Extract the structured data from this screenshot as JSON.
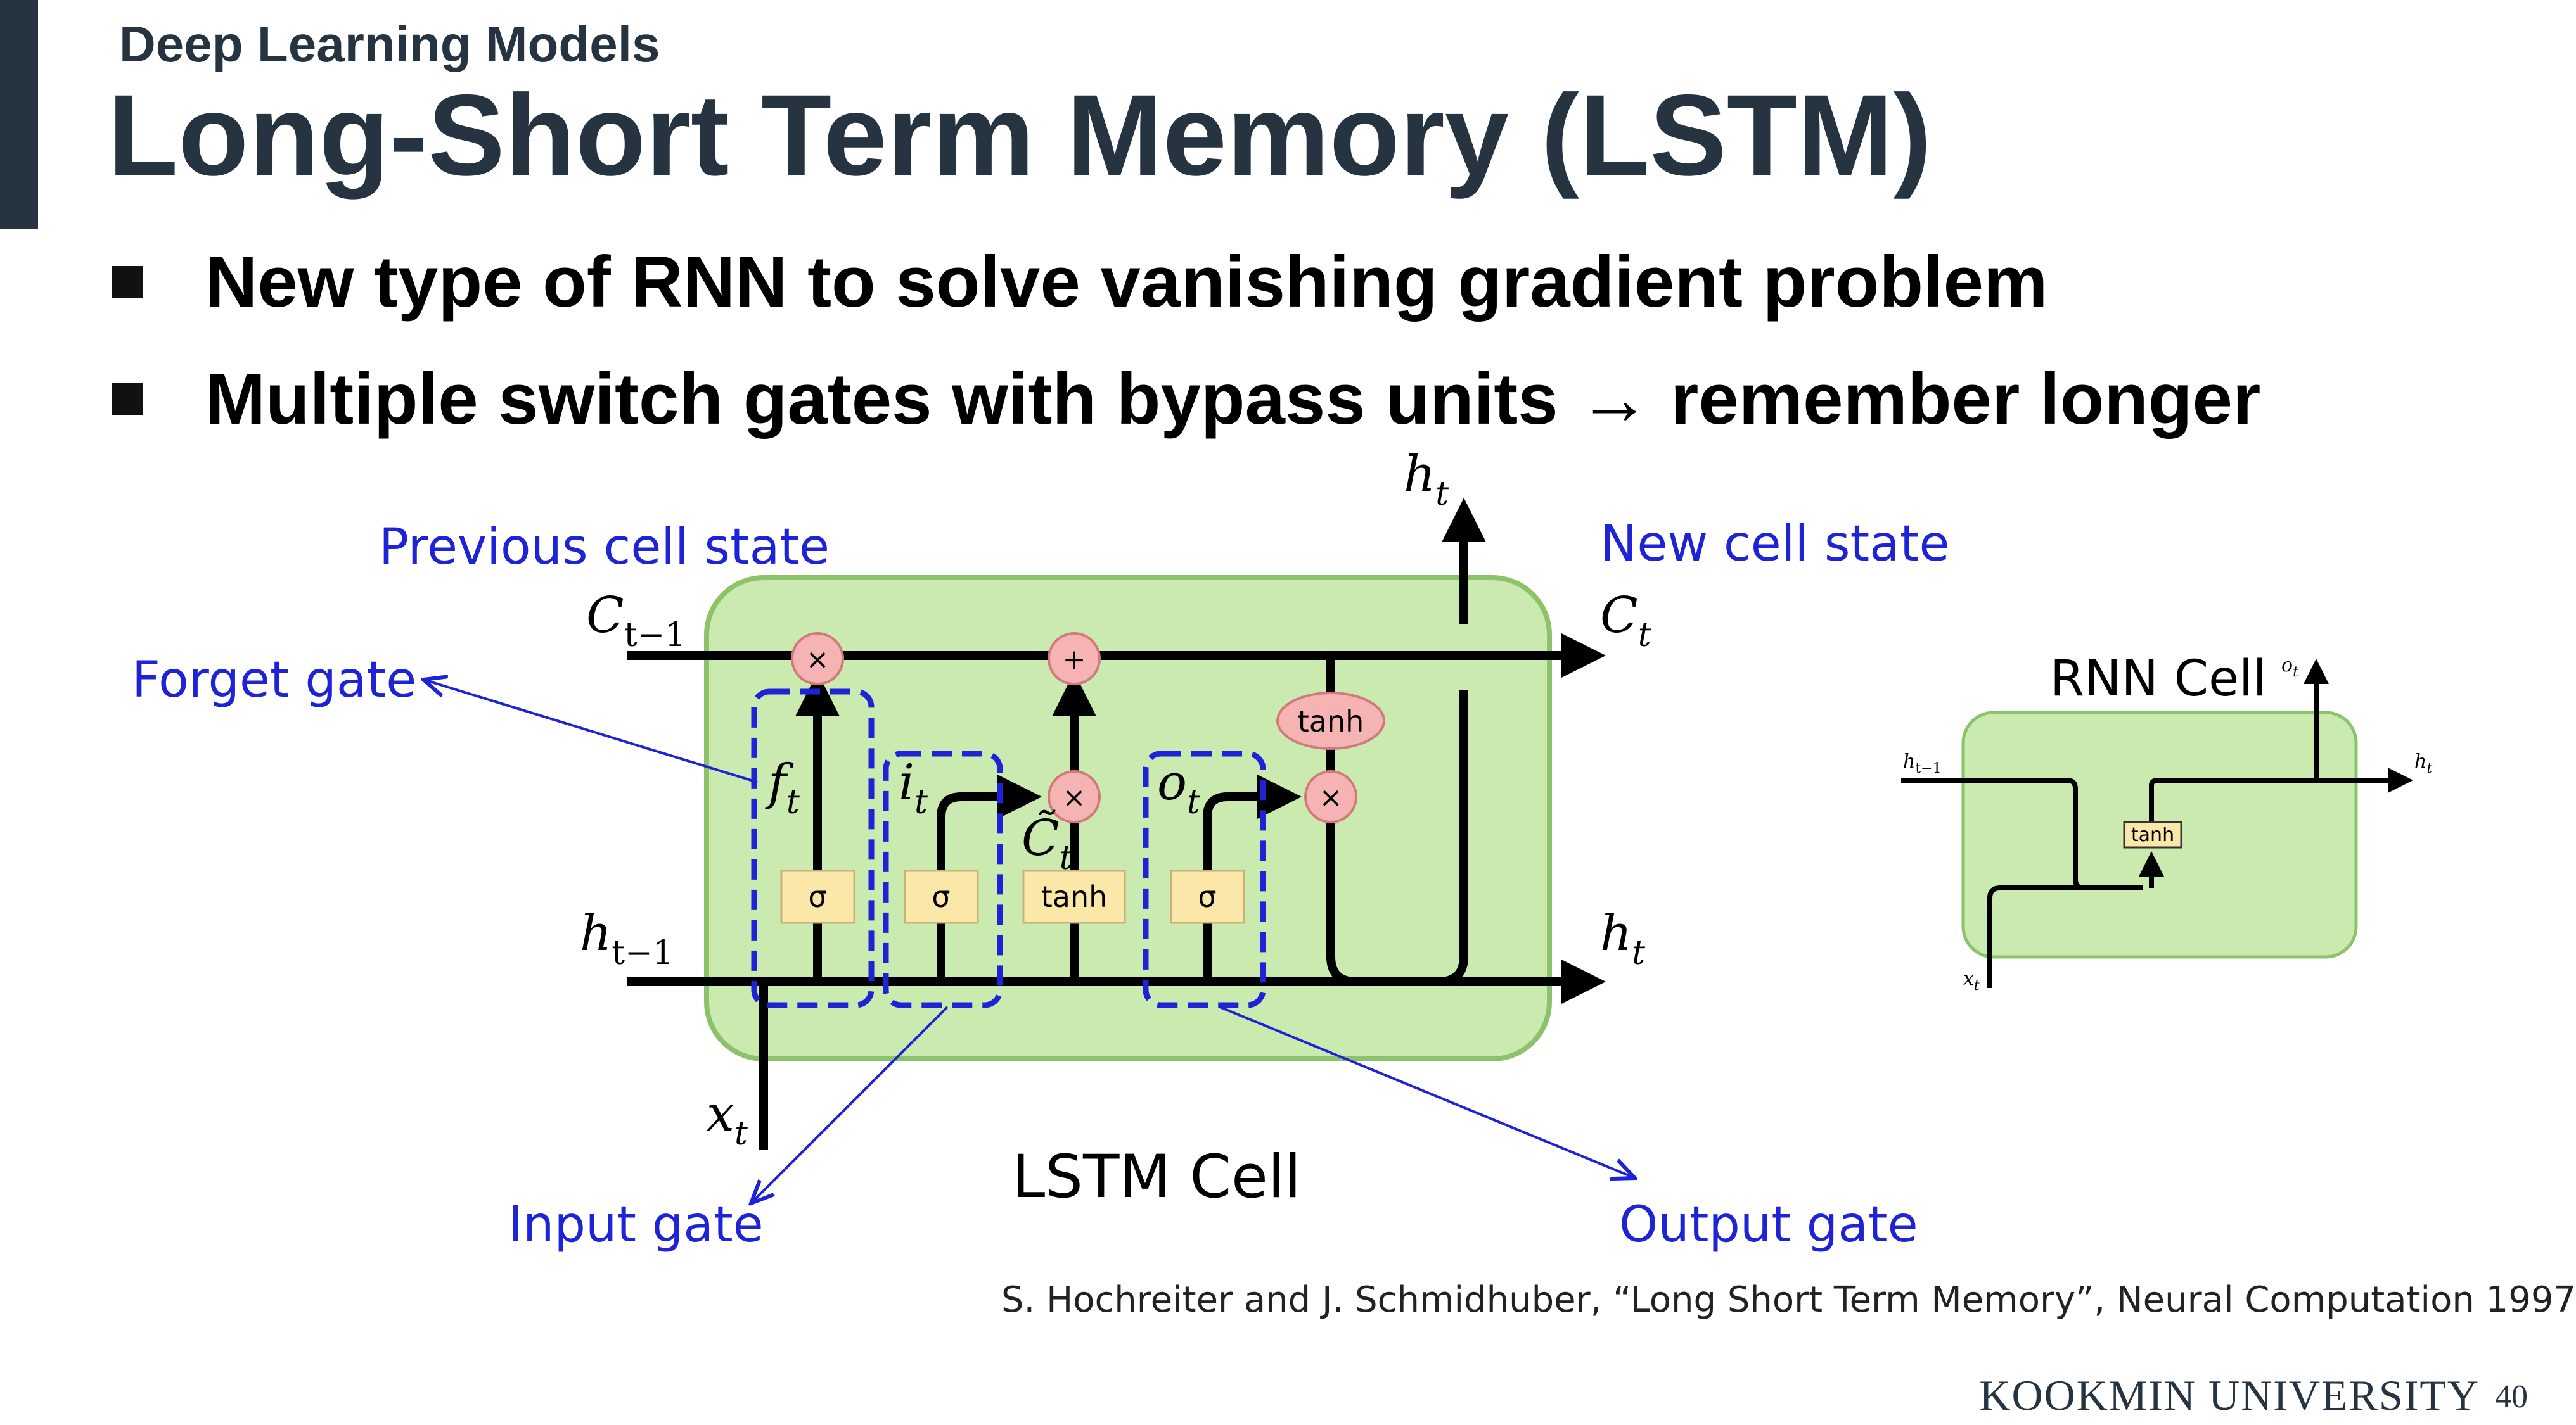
{
  "slide": {
    "section": "Deep Learning Models",
    "title": "Long-Short Term Memory (LSTM)",
    "bullets": [
      "New type of RNN to solve vanishing gradient problem",
      "Multiple switch gates with bypass units → remember longer"
    ],
    "footer": "KOOKMIN UNIVERSITY",
    "page_number": "40"
  },
  "lstm": {
    "prev_cell_state": "Previous cell state",
    "new_cell_state": "New cell state",
    "forget_gate": "Forget gate",
    "input_gate": "Input gate",
    "output_gate": "Output gate",
    "cell_caption": "LSTM Cell",
    "c_prev": "C",
    "c_prev_sub": "t−1",
    "c_t": "C",
    "c_t_sub": "t",
    "h_prev": "h",
    "h_prev_sub": "t−1",
    "h_t": "h",
    "h_t_sub": "t",
    "h_top": "h",
    "h_top_sub": "t",
    "x_t": "x",
    "x_t_sub": "t",
    "f_t": "f",
    "f_t_sub": "t",
    "i_t": "i",
    "i_t_sub": "t",
    "o_t": "o",
    "o_t_sub": "t",
    "c_tilde": "C̃",
    "c_tilde_sub": "t",
    "sigma": "σ",
    "tanh": "tanh",
    "times": "×",
    "plus": "+"
  },
  "rnn": {
    "caption": "RNN Cell",
    "h_prev": "h",
    "h_prev_sub": "t−1",
    "h_t": "h",
    "h_t_sub": "t",
    "o_t": "o",
    "o_t_sub": "t",
    "x_t": "x",
    "x_t_sub": "t",
    "tanh": "tanh"
  },
  "citation": "S. Hochreiter and J. Schmidhuber, “Long Short Term Memory”, Neural Computation 1997",
  "colors": {
    "title": "#263442",
    "annotation_blue": "#1f23d6",
    "cell_fill": "#cbeab0",
    "cell_stroke": "#8cc36a",
    "gate_box": "#fbe8a8",
    "op_circle": "#f6b3b3"
  }
}
